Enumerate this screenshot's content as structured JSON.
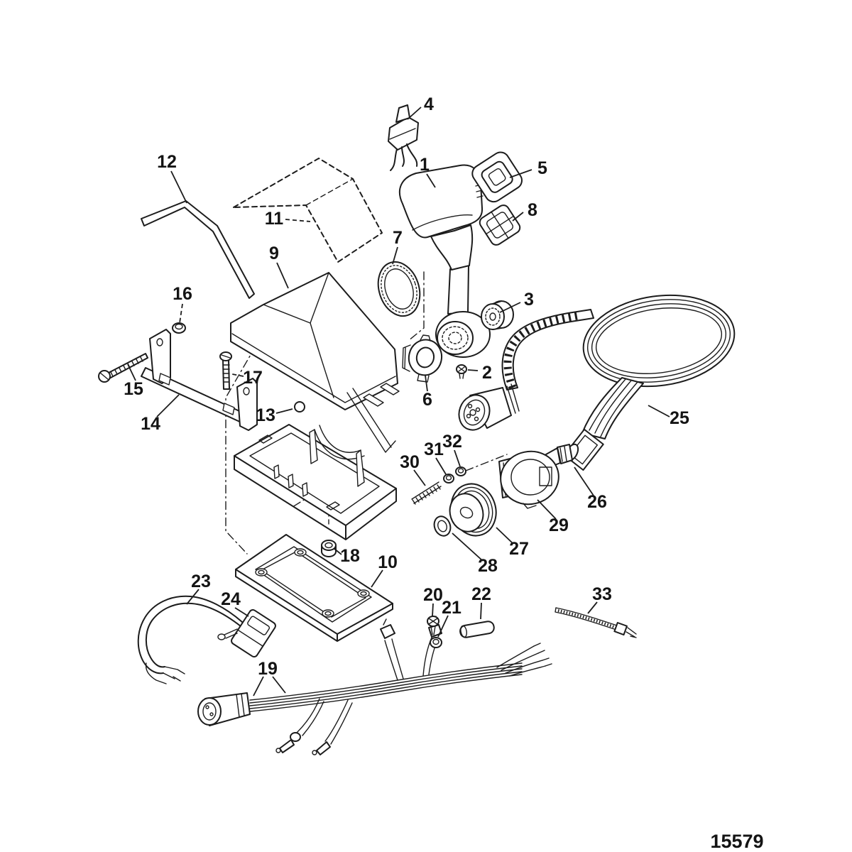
{
  "diagram": {
    "drawing_number": "15579",
    "colors": {
      "background": "#ffffff",
      "line": "#1c1c1c"
    },
    "callouts": [
      {
        "label": "1"
      },
      {
        "label": "2"
      },
      {
        "label": "3"
      },
      {
        "label": "4"
      },
      {
        "label": "5"
      },
      {
        "label": "6"
      },
      {
        "label": "7"
      },
      {
        "label": "8"
      },
      {
        "label": "9"
      },
      {
        "label": "10"
      },
      {
        "label": "11"
      },
      {
        "label": "12"
      },
      {
        "label": "13"
      },
      {
        "label": "14"
      },
      {
        "label": "15"
      },
      {
        "label": "16"
      },
      {
        "label": "17"
      },
      {
        "label": "18"
      },
      {
        "label": "19"
      },
      {
        "label": "20"
      },
      {
        "label": "21"
      },
      {
        "label": "22"
      },
      {
        "label": "23"
      },
      {
        "label": "24"
      },
      {
        "label": "25"
      },
      {
        "label": "26"
      },
      {
        "label": "27"
      },
      {
        "label": "28"
      },
      {
        "label": "29"
      },
      {
        "label": "30"
      },
      {
        "label": "31"
      },
      {
        "label": "32"
      },
      {
        "label": "33"
      }
    ]
  }
}
